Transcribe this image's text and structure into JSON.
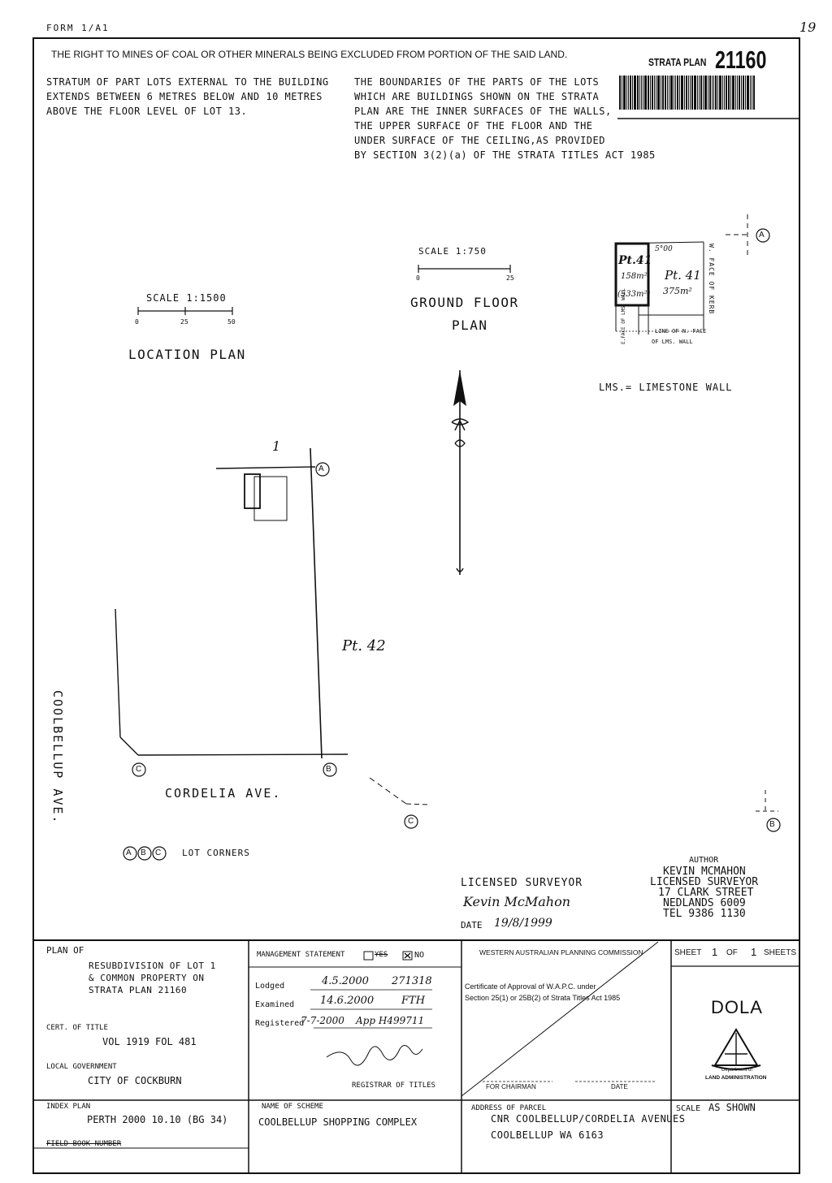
{
  "header": {
    "form_ref": "FORM 1/A1",
    "page_mark": "19",
    "mineral_notice": "THE RIGHT TO MINES OF COAL OR OTHER MINERALS BEING EXCLUDED FROM PORTION OF THE SAID LAND.",
    "strata_plan_label": "STRATA PLAN",
    "strata_plan_number": "21160"
  },
  "notes": {
    "stratum": "STRATUM OF PART LOTS EXTERNAL TO THE BUILDING\nEXTENDS BETWEEN 6 METRES BELOW AND 10 METRES\nABOVE THE FLOOR LEVEL OF LOT 13.",
    "boundaries": "THE BOUNDARIES OF THE PARTS OF THE LOTS\nWHICH ARE BUILDINGS SHOWN ON THE STRATA\nPLAN ARE THE INNER SURFACES OF THE WALLS,\nTHE UPPER SURFACE OF THE FLOOR AND THE\nUNDER SURFACE OF THE CEILING,AS PROVIDED\nBY SECTION 3(2)(a) OF THE STRATA TITLES ACT 1985"
  },
  "location_plan": {
    "scale_label": "SCALE 1:1500",
    "ticks": [
      "0",
      "25",
      "50"
    ],
    "title": "LOCATION PLAN",
    "lot_number": "1",
    "lot_label": "Pt. 42",
    "street_west": "COOLBELLUP AVE.",
    "street_south": "CORDELIA AVE."
  },
  "ground_floor": {
    "scale_label": "SCALE 1:750",
    "ticks": [
      "0",
      "25"
    ],
    "title_line1": "GROUND FLOOR",
    "title_line2": "PLAN",
    "pt_small": "Pt.41",
    "area_small": "158m²",
    "area_small_paren": "(533m²)",
    "pt_large": "Pt. 41",
    "area_large": "375m²",
    "wall_label": "W. FACE OF KERB",
    "north_face": "LINE OF N. FACE",
    "north_face2": "OF LMS. WALL",
    "efac": "E.FACE OF LMS. WALL",
    "legend": "LMS.= LIMESTONE WALL",
    "dim": "5°00"
  },
  "corners": {
    "a": "A",
    "b": "B",
    "c": "C",
    "legend": "LOT CORNERS"
  },
  "surveyor": {
    "label": "LICENSED SURVEYOR",
    "signature": "Kevin McMahon",
    "date_label": "DATE",
    "date_value": "19/8/1999"
  },
  "author": {
    "label": "AUTHOR",
    "name": "KEVIN MCMAHON",
    "title": "LICENSED SURVEYOR",
    "street": "17 CLARK STREET",
    "suburb": "NEDLANDS 6009",
    "tel": "TEL 9386 1130"
  },
  "title_block": {
    "plan_of_label": "PLAN OF",
    "plan_of_value": "RESUBDIVISION OF LOT 1\n& COMMON PROPERTY ON\nSTRATA PLAN 21160",
    "cert_label": "CERT. OF TITLE",
    "cert_value": "VOL 1919 FOL 481",
    "lg_label": "LOCAL GOVERNMENT",
    "lg_value": "CITY OF COCKBURN",
    "index_label": "INDEX PLAN",
    "index_value": "PERTH 2000 10.10 (BG 34)",
    "field_book": "FIELD BOOK NUMBER",
    "mgmt_label": "MANAGEMENT STATEMENT",
    "yes_label": "YES",
    "no_label": "NO",
    "lodged_label": "Lodged",
    "lodged_value": "4.5.2000",
    "lodged_ref": "271318",
    "examined_label": "Examined",
    "examined_value": "14.6.2000",
    "examined_ref": "FTH",
    "registered_label": "Registered",
    "registered_value": "7-7-2000",
    "registered_ref": "App H499711",
    "registrar_label": "REGISTRAR OF TITLES",
    "scheme_label": "NAME OF SCHEME",
    "scheme_value": "COOLBELLUP SHOPPING COMPLEX",
    "wapc_title": "WESTERN AUSTRALIAN PLANNING COMMISSION",
    "wapc_cert": "Certificate of Approval of W.A.P.C. under\nSection 25(1) or 25B(2) of Strata Titles Act 1985",
    "chairman_label": "FOR CHAIRMAN",
    "date_label": "DATE",
    "address_label": "ADDRESS OF PARCEL",
    "address_value": "CNR COOLBELLUP/CORDELIA AVENUES\nCOOLBELLUP WA 6163",
    "sheet_label": "SHEET",
    "sheet_num": "1",
    "of_label": "OF",
    "sheet_total": "1",
    "sheets_label": "SHEETS",
    "dola": "DOLA",
    "dept_line1": "Department of",
    "dept_line2": "LAND ADMINISTRATION",
    "scale_label": "SCALE",
    "scale_value": "AS SHOWN"
  }
}
